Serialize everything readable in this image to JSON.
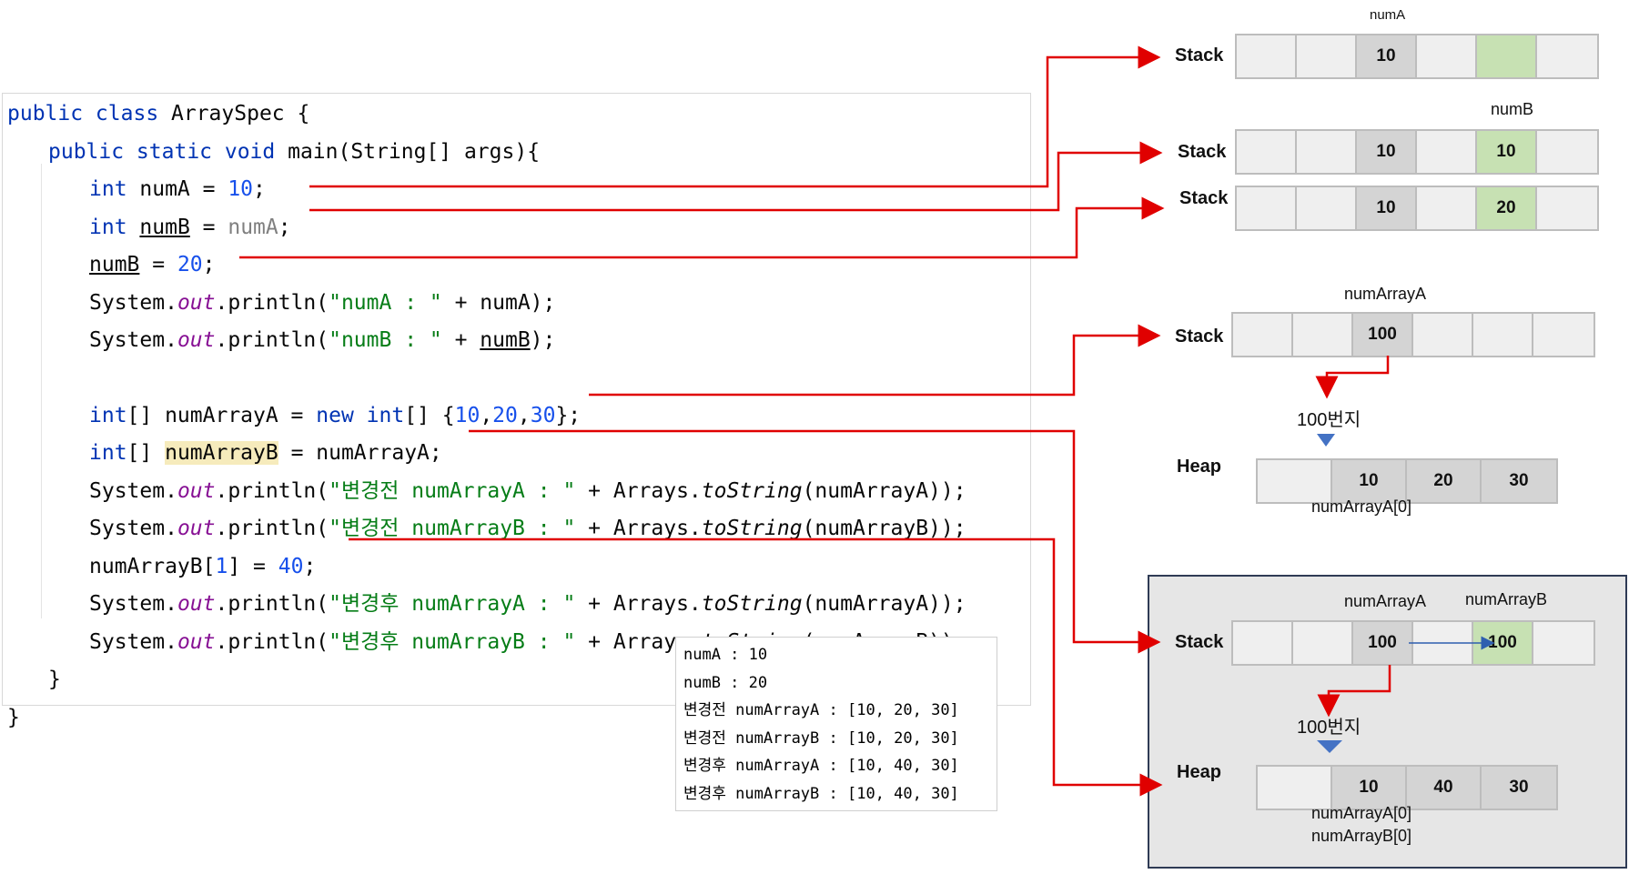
{
  "code": {
    "line1": {
      "kw": "public class",
      "rest": " ArraySpec {"
    },
    "line2": {
      "kw": "public static void",
      "mid": " main(String[] args){"
    },
    "line3": {
      "kw": "int",
      "var": " numA = ",
      "val": "10",
      "end": ";"
    },
    "line4": {
      "kw": "int",
      "sp": " ",
      "var": "numB",
      "eq": " = ",
      "val": "numA",
      "end": ";"
    },
    "line5": {
      "var": "numB",
      "eq": " = ",
      "val": "20",
      "end": ";"
    },
    "line6": {
      "a": "System.",
      "fld": "out",
      "b": ".println(",
      "str": "\"numA : \"",
      "c": " + numA);"
    },
    "line7": {
      "a": "System.",
      "fld": "out",
      "b": ".println(",
      "str": "\"numB : \"",
      "c": " + ",
      "var": "numB",
      "d": ");"
    },
    "line8": {
      "kw": "int",
      "a": "[] numArrayA = ",
      "kw2": "new",
      "sp": " ",
      "kw3": "int",
      "b": "[] {",
      "n1": "10",
      "c1": ",",
      "n2": "20",
      "c2": ",",
      "n3": "30",
      "d": "};"
    },
    "line9": {
      "kw": "int",
      "a": "[] ",
      "var": "numArrayB",
      "b": " = numArrayA;"
    },
    "line10": {
      "a": "System.",
      "fld": "out",
      "b": ".println(",
      "str": "\"변경전 numArrayA : \"",
      "c": " + Arrays.",
      "m": "toString",
      "d": "(numArrayA));"
    },
    "line11": {
      "a": "System.",
      "fld": "out",
      "b": ".println(",
      "str": "\"변경전 numArrayB : \"",
      "c": " + Arrays.",
      "m": "toString",
      "d": "(numArrayB));"
    },
    "line12": {
      "a": "numArrayB[",
      "n": "1",
      "b": "] = ",
      "val": "40",
      "end": ";"
    },
    "line13": {
      "a": "System.",
      "fld": "out",
      "b": ".println(",
      "str": "\"변경후 numArrayA : \"",
      "c": " + Arrays.",
      "m": "toString",
      "d": "(numArrayA));"
    },
    "line14": {
      "a": "System.",
      "fld": "out",
      "b": ".println(",
      "str": "\"변경후 numArrayB : \"",
      "c": " + Arrays.",
      "m": "toString",
      "d": "(numArrayB));"
    },
    "line15": "}",
    "line16": "}"
  },
  "console": [
    "numA : 10",
    "numB : 20",
    "변경전 numArrayA : [10, 20, 30]",
    "변경전 numArrayB : [10, 20, 30]",
    "변경후 numArrayA : [10, 40, 30]",
    "변경후 numArrayB : [10, 40, 30]"
  ],
  "diagram": {
    "stack_label": "Stack",
    "heap_label": "Heap",
    "s1": {
      "var": "numA",
      "cells": [
        "",
        "",
        "10",
        "",
        "",
        ""
      ]
    },
    "s2": {
      "var": "numB",
      "cells": [
        "",
        "",
        "10",
        "",
        "10",
        ""
      ]
    },
    "s3": {
      "cells": [
        "",
        "",
        "10",
        "",
        "20",
        ""
      ]
    },
    "s4": {
      "var": "numArrayA",
      "cells": [
        "",
        "",
        "100",
        "",
        "",
        ""
      ]
    },
    "addr1": "100번지",
    "h1": {
      "cells": [
        "",
        "10",
        "20",
        "30"
      ],
      "idx": "numArrayA[0]"
    },
    "s5": {
      "varA": "numArrayA",
      "varB": "numArrayB",
      "cells": [
        "",
        "",
        "100",
        "",
        "100",
        ""
      ]
    },
    "addr2": "100번지",
    "h2": {
      "cells": [
        "",
        "10",
        "40",
        "30"
      ],
      "idxA": "numArrayA[0]",
      "idxB": "numArrayB[0]"
    }
  },
  "colors": {
    "arrow": "#e00000",
    "ref_arrow": "#2f5faf",
    "marker": "#4472c4",
    "keyword": "#0033b3",
    "number": "#1750eb",
    "string": "#067d17"
  }
}
